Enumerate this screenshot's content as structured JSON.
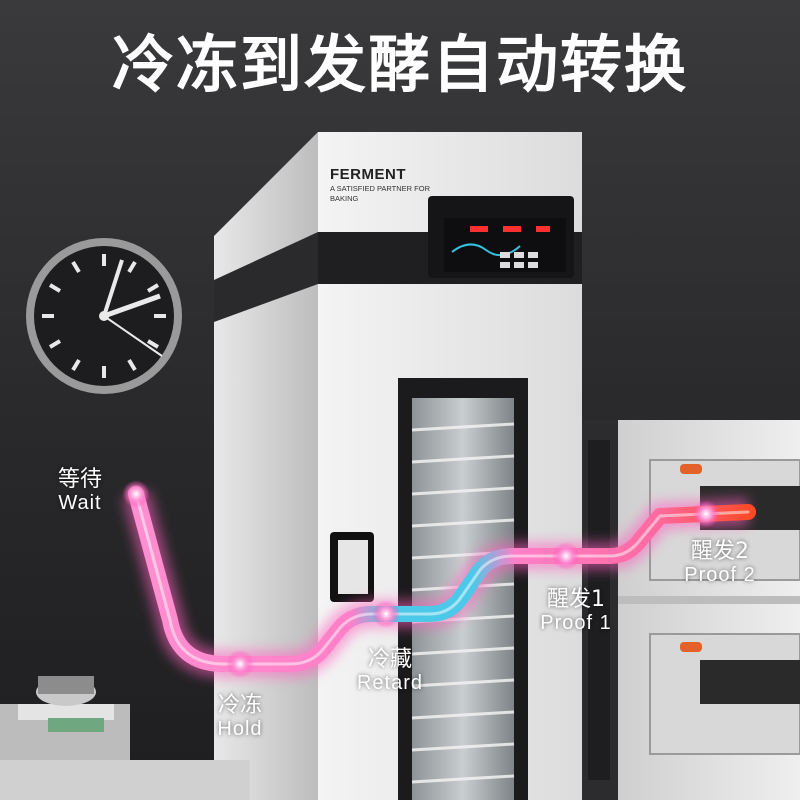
{
  "headline": "冷冻到发酵自动转换",
  "brand": {
    "name": "FERMENT",
    "tagline": "A SATISFIED PARTNER FOR BAKING"
  },
  "stages": [
    {
      "cn": "等待",
      "en": "Wait"
    },
    {
      "cn": "冷冻",
      "en": "Hold"
    },
    {
      "cn": "冷藏",
      "en": "Retard"
    },
    {
      "cn": "醒发1",
      "en": "Proof 1"
    },
    {
      "cn": "醒发2",
      "en": "Proof 2"
    }
  ],
  "colors": {
    "cold": "#4cc9e8",
    "warm": "#ff7fc8",
    "hot": "#ff4a2a"
  }
}
